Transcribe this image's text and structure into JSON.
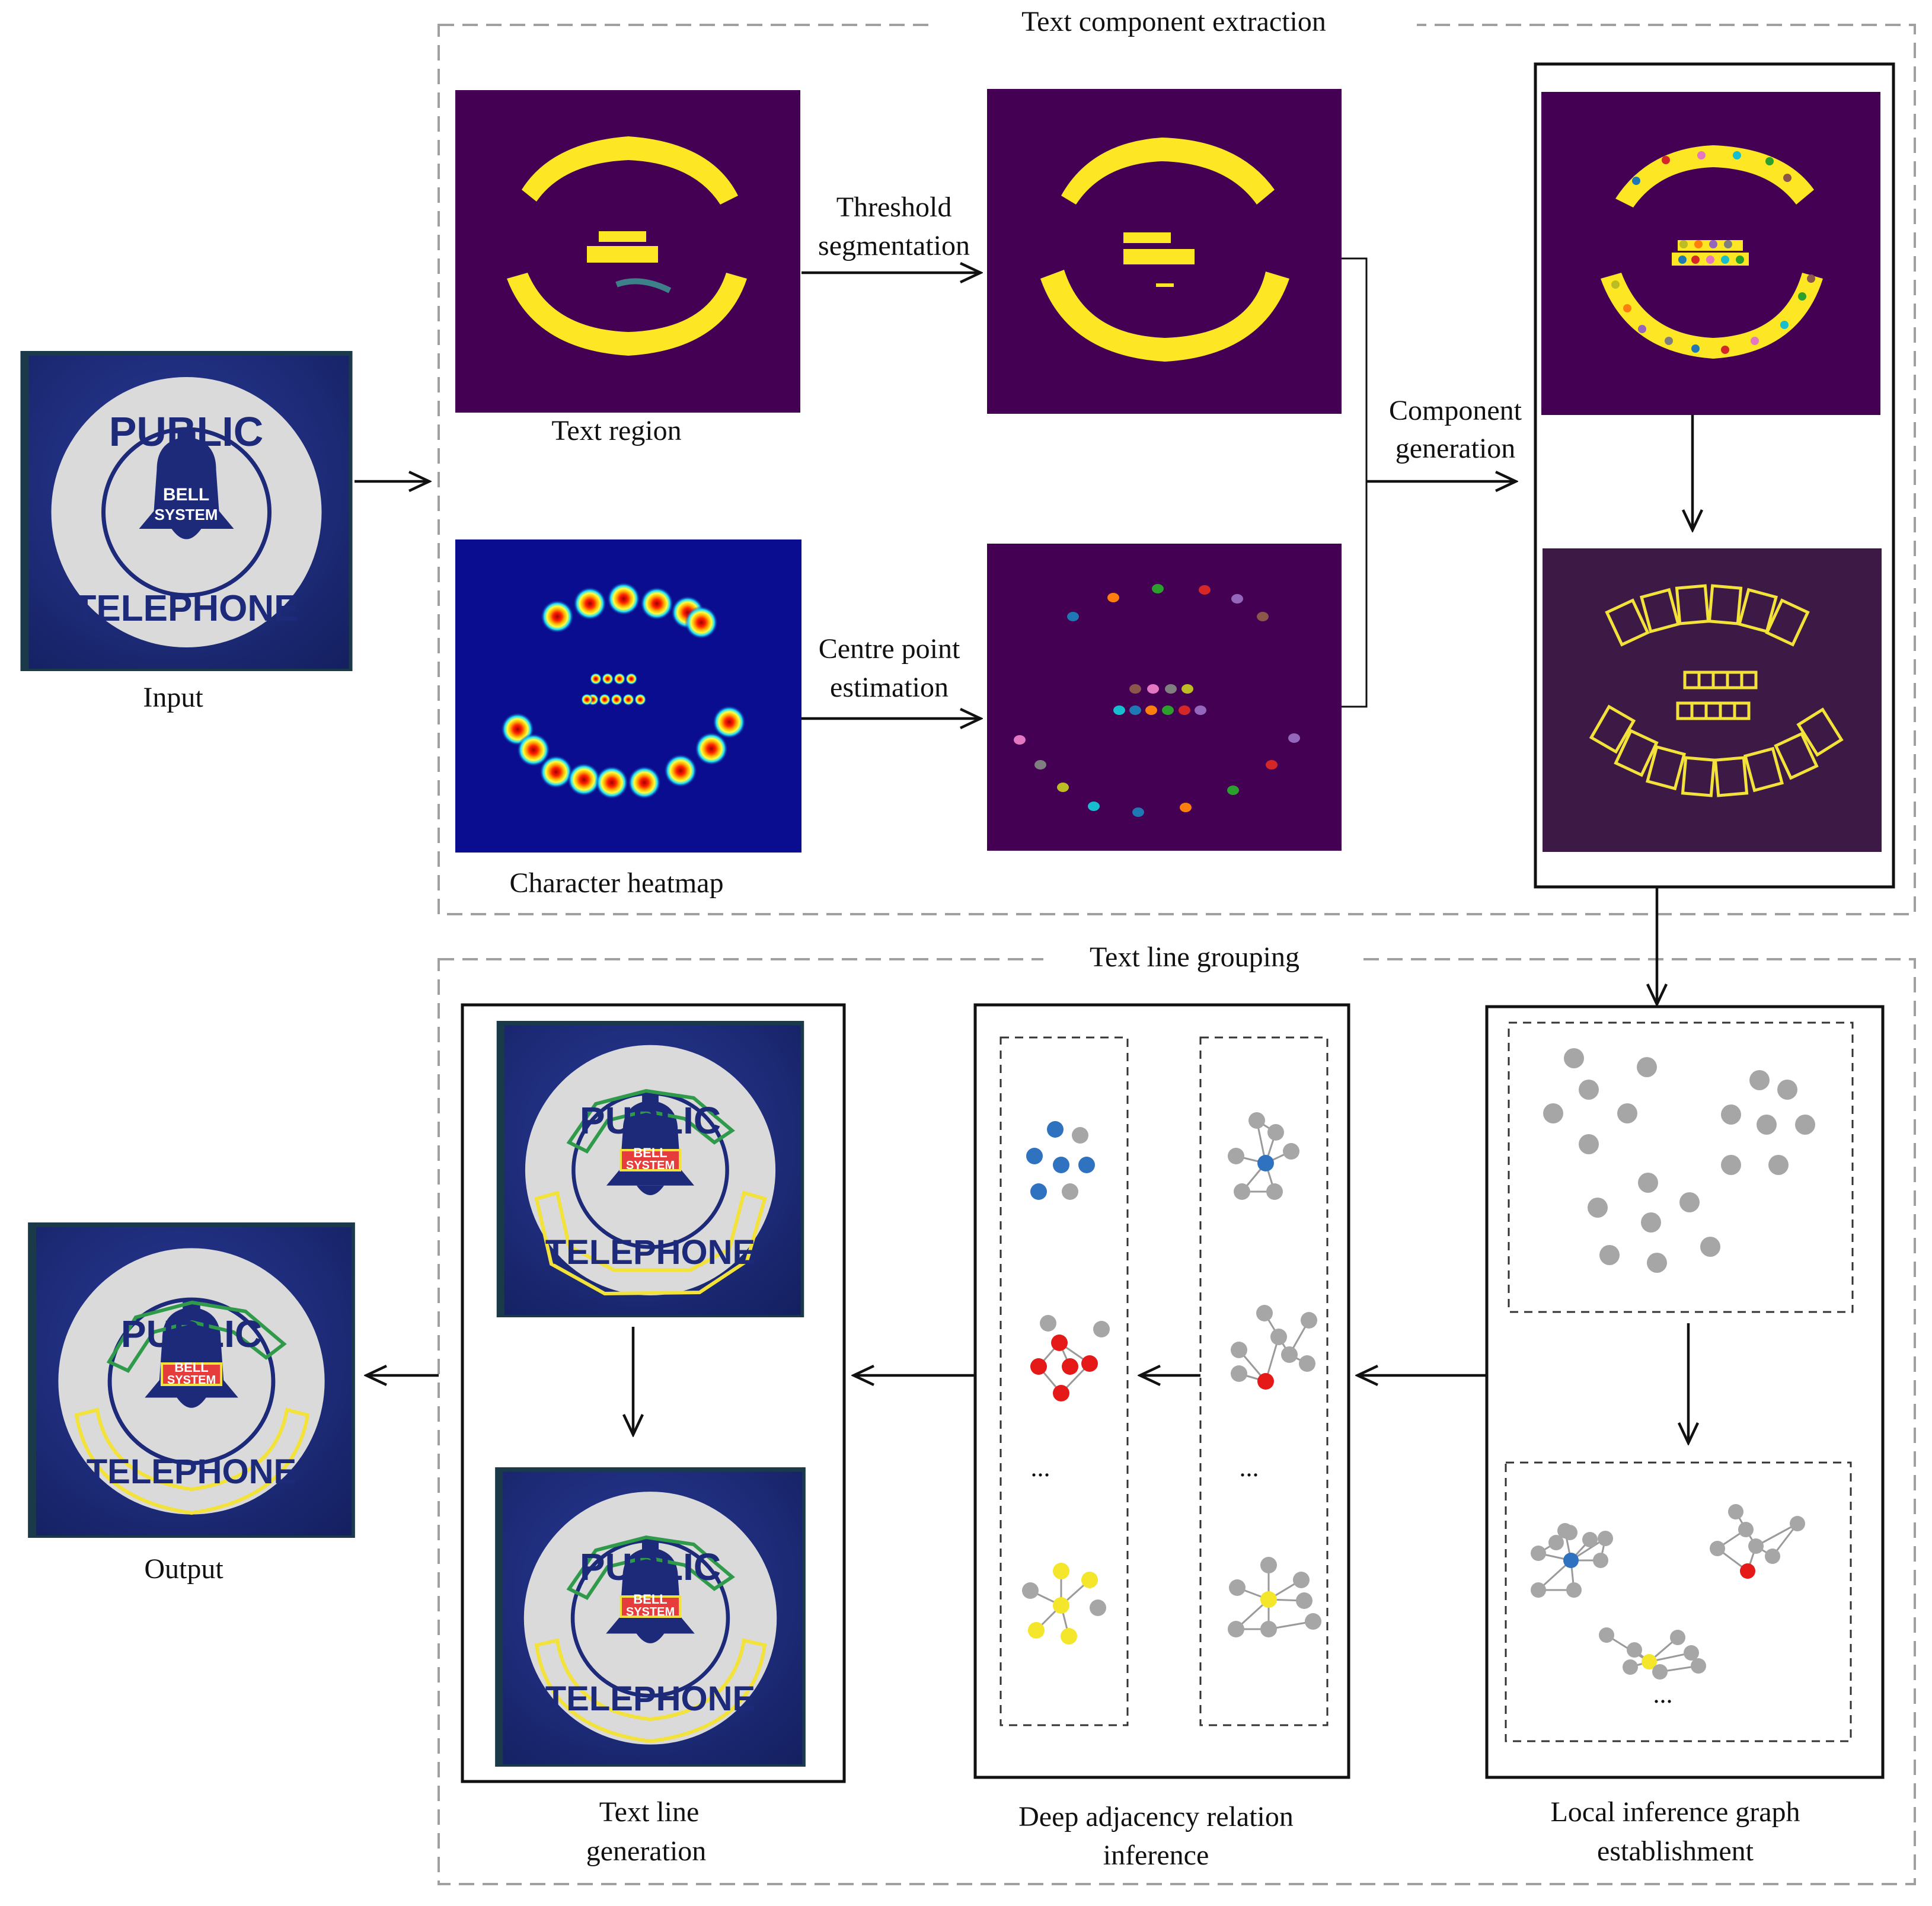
{
  "sections": {
    "extraction_title": "Text component extraction",
    "grouping_title": "Text line grouping"
  },
  "captions": {
    "input": "Input",
    "output": "Output",
    "text_region": "Text region",
    "character_heatmap": "Character heatmap",
    "threshold_l1": "Threshold",
    "threshold_l2": "segmentation",
    "centre_l1": "Centre point",
    "centre_l2": "estimation",
    "component_l1": "Component",
    "component_l2": "generation",
    "line_gen_l1": "Text line",
    "line_gen_l2": "generation",
    "adjacency_l1": "Deep adjacency relation",
    "adjacency_l2": "inference",
    "local_graph_l1": "Local inference graph",
    "local_graph_l2": "establishment"
  },
  "sign": {
    "top_word": "PUBLIC",
    "bottom_word": "TELEPHONE",
    "bell_line1": "BELL",
    "bell_line2": "SYSTEM"
  },
  "ellipsis": "...",
  "colors": {
    "map_bg": "#440154",
    "map_fg": "#fde725",
    "heatmap_bg": "#0a0d8f",
    "sign_bg": "#1c2d80",
    "sign_disc": "#d9d9d9",
    "sign_ink": "#1d2a7a",
    "box_green": "#2e9a4a",
    "box_yellow": "#f2e23a",
    "node_gray": "#a6a6a6",
    "node_blue": "#2f72c0",
    "node_red": "#e61919",
    "node_yellow": "#f4e62a",
    "dashed_border": "#a0a0a0"
  }
}
